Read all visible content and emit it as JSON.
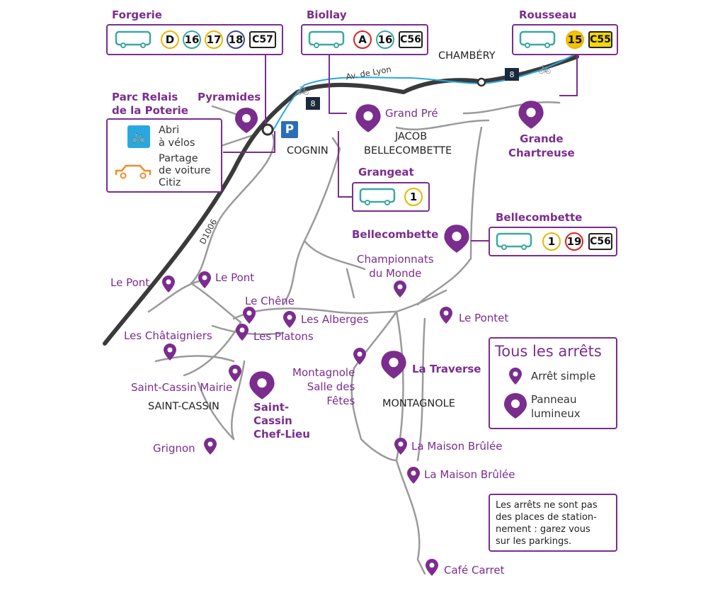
{
  "colors": {
    "purple": "#7b2d8e",
    "bike_blue": "#29a8e0",
    "car_orange": "#f28c28",
    "bus_teal": "#3aa9a0"
  },
  "hubs": {
    "forgerie": {
      "title": "Forgerie",
      "lines": [
        "D",
        "16",
        "17",
        "18",
        "C57"
      ]
    },
    "biollay": {
      "title": "Biollay",
      "lines": [
        "A",
        "16",
        "C56"
      ]
    },
    "rousseau": {
      "title": "Rousseau",
      "lines": [
        "15",
        "C55"
      ]
    },
    "grangeat": {
      "title": "Grangeat",
      "lines": [
        "1"
      ]
    },
    "bellecombette": {
      "title": "Bellecombette",
      "lines": [
        "1",
        "19",
        "C56"
      ]
    }
  },
  "parc_relais": {
    "title_line1": "Parc Relais",
    "title_line2": "de la Poterie",
    "bike_text": [
      "Abri",
      "à vélos"
    ],
    "car_text": [
      "Partage",
      "de voiture",
      "Citiz"
    ],
    "parking_letter": "P"
  },
  "places": {
    "chambery": "CHAMBÉRY",
    "cognin": "COGNIN",
    "jacob": "JACOB",
    "bellecombette": "BELLECOMBETTE",
    "saint_cassin": "SAINT-CASSIN",
    "montagnole": "MONTAGNOLE"
  },
  "roads": {
    "av_lyon": "Av. de Lyon",
    "d1006": "D1006",
    "route8": "8"
  },
  "stops": {
    "pyramides": "Pyramides",
    "grand_pre": "Grand Pré",
    "grande_chartreuse": [
      "Grande",
      "Chartreuse"
    ],
    "bellecombette": "Bellecombette",
    "championnats": [
      "Championnats",
      "du Monde"
    ],
    "le_pont_1": "Le Pont",
    "le_pont_2": "Le Pont",
    "le_chene": "Le Chêne",
    "les_alberges": "Les Alberges",
    "les_platons": "Les Platons",
    "les_chataigniers": "Les Châtaigniers",
    "le_pontet": "Le Pontet",
    "montagnole_salle": [
      "Montagnole",
      "Salle des",
      "Fêtes"
    ],
    "la_traverse": "La Traverse",
    "saint_cassin_mairie": "Saint-Cassin Mairie",
    "saint_cassin_chef": [
      "Saint-",
      "Cassin",
      "Chef-Lieu"
    ],
    "grignon": "Grignon",
    "maison_brulee_1": "La Maison Brûlée",
    "maison_brulee_2": "La Maison Brûlée",
    "cafe_carret": "Café Carret"
  },
  "legend": {
    "title": "Tous les arrêts",
    "simple": "Arrêt simple",
    "panneau": [
      "Panneau",
      "lumineux"
    ]
  },
  "note": [
    "Les arrêts ne sont pas",
    "des places de station-",
    "nement : garez vous",
    "sur les parkings."
  ]
}
